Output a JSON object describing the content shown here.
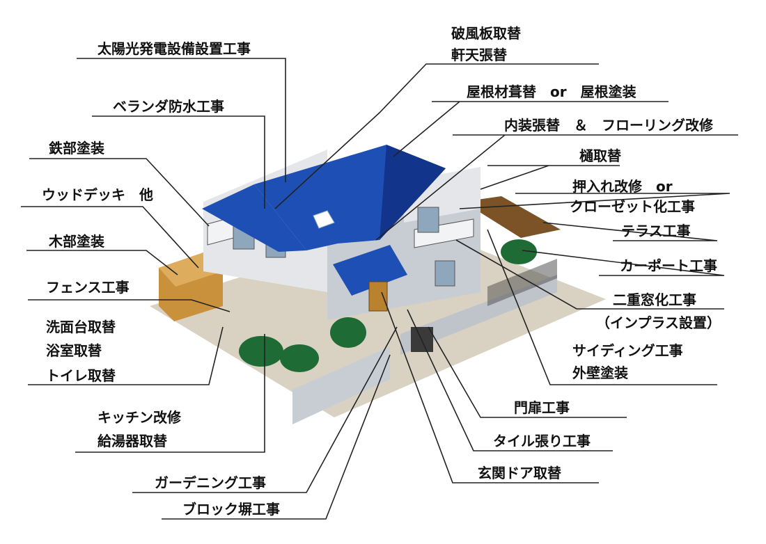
{
  "colors": {
    "roof": "#1e4fb4",
    "roof_dark": "#12348a",
    "wall": "#e4e6ea",
    "wall_shade": "#c8ccd3",
    "deck": "#c9913c",
    "terrace": "#7b5327",
    "hedge": "#1f6b35",
    "leader_line": "#222222"
  },
  "labels": {
    "solar": "太陽光発電設備設置工事",
    "veranda": "ベランダ防水工事",
    "iron_paint": "鉄部塗装",
    "wood_deck": "ウッドデッキ　他",
    "wood_paint": "木部塗装",
    "fence": "フェンス工事",
    "washbasin": "洗面台取替",
    "bathroom": "浴室取替",
    "toilet": "トイレ取替",
    "kitchen": "キッチン改修",
    "water_heater": "給湯器取替",
    "gardening": "ガーデニング工事",
    "block_wall": "ブロック塀工事",
    "fascia": "破風板取替",
    "soffit": "軒天張替",
    "roof": "屋根材葺替　or　屋根塗装",
    "interior": "内装張替　＆　フローリング改修",
    "gutter": "樋取替",
    "closet1": "押入れ改修　or",
    "closet2": "クローゼット化工事",
    "terrace": "テラス工事",
    "carport": "カーポート工事",
    "double_window": "二重窓化工事",
    "inplus": "（インプラス設置）",
    "siding": "サイディング工事",
    "exterior_paint": "外壁塗装",
    "gate": "門扉工事",
    "tile": "タイル張り工事",
    "entrance_door": "玄関ドア取替"
  }
}
